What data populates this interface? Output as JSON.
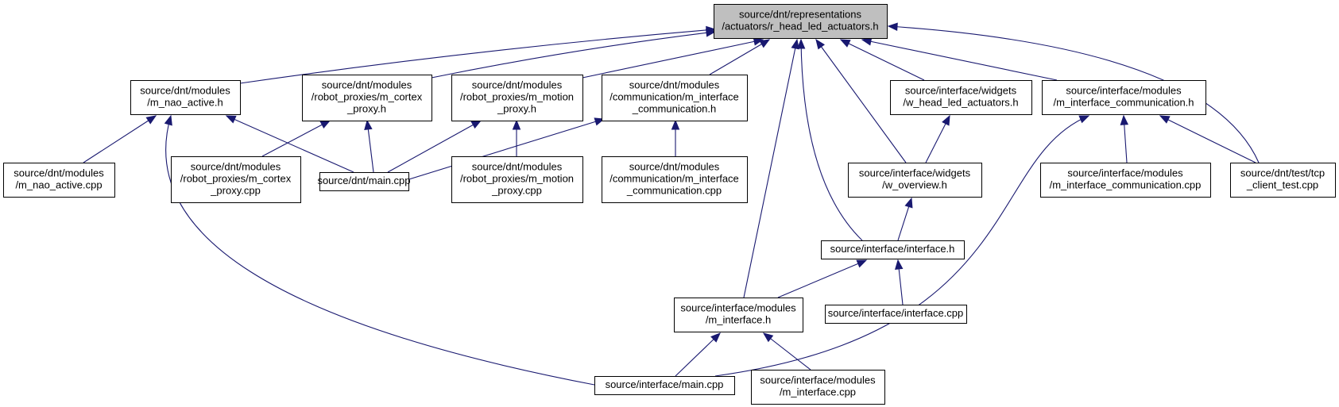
{
  "colors": {
    "edge": "#191970",
    "node_border": "#000000",
    "root_fill": "#bfbfbf",
    "node_fill": "#ffffff"
  },
  "nodes": {
    "root": [
      "source/dnt/representations",
      "/actuators/r_head_led_actuators.h"
    ],
    "nao_h": [
      "source/dnt/modules",
      "/m_nao_active.h"
    ],
    "cortex_h": [
      "source/dnt/modules",
      "/robot_proxies/m_cortex",
      "_proxy.h"
    ],
    "motion_h": [
      "source/dnt/modules",
      "/robot_proxies/m_motion",
      "_proxy.h"
    ],
    "comm_h": [
      "source/dnt/modules",
      "/communication/m_interface",
      "_communication.h"
    ],
    "wled_h": [
      "source/interface/widgets",
      "/w_head_led_actuators.h"
    ],
    "icomm_h": [
      "source/interface/modules",
      "/m_interface_communication.h"
    ],
    "nao_cpp": [
      "source/dnt/modules",
      "/m_nao_active.cpp"
    ],
    "cortex_cpp": [
      "source/dnt/modules",
      "/robot_proxies/m_cortex",
      "_proxy.cpp"
    ],
    "dnt_main": [
      "source/dnt/main.cpp"
    ],
    "motion_cpp": [
      "source/dnt/modules",
      "/robot_proxies/m_motion",
      "_proxy.cpp"
    ],
    "comm_cpp": [
      "source/dnt/modules",
      "/communication/m_interface",
      "_communication.cpp"
    ],
    "woverview_h": [
      "source/interface/widgets",
      "/w_overview.h"
    ],
    "icomm_cpp": [
      "source/interface/modules",
      "/m_interface_communication.cpp"
    ],
    "tcp_cpp": [
      "source/dnt/test/tcp",
      "_client_test.cpp"
    ],
    "interface_h": [
      "source/interface/interface.h"
    ],
    "minterface_h": [
      "source/interface/modules",
      "/m_interface.h"
    ],
    "interface_cpp": [
      "source/interface/interface.cpp"
    ],
    "imain": [
      "source/interface/main.cpp"
    ],
    "minterface_cpp": [
      "source/interface/modules",
      "/m_interface.cpp"
    ]
  },
  "edges": [
    [
      "nao_h",
      "root"
    ],
    [
      "cortex_h",
      "root"
    ],
    [
      "motion_h",
      "root"
    ],
    [
      "comm_h",
      "root"
    ],
    [
      "minterface_h",
      "root"
    ],
    [
      "interface_h",
      "root"
    ],
    [
      "woverview_h",
      "root"
    ],
    [
      "wled_h",
      "root"
    ],
    [
      "icomm_h",
      "root"
    ],
    [
      "tcp_cpp",
      "root"
    ],
    [
      "nao_cpp",
      "nao_h"
    ],
    [
      "dnt_main",
      "nao_h"
    ],
    [
      "imain",
      "nao_h"
    ],
    [
      "cortex_cpp",
      "cortex_h"
    ],
    [
      "dnt_main",
      "cortex_h"
    ],
    [
      "dnt_main",
      "motion_h"
    ],
    [
      "motion_cpp",
      "motion_h"
    ],
    [
      "dnt_main",
      "comm_h"
    ],
    [
      "comm_cpp",
      "comm_h"
    ],
    [
      "woverview_h",
      "wled_h"
    ],
    [
      "interface_h",
      "woverview_h"
    ],
    [
      "minterface_h",
      "interface_h"
    ],
    [
      "interface_cpp",
      "interface_h"
    ],
    [
      "imain",
      "minterface_h"
    ],
    [
      "minterface_cpp",
      "minterface_h"
    ],
    [
      "imain",
      "icomm_h"
    ],
    [
      "icomm_cpp",
      "icomm_h"
    ],
    [
      "tcp_cpp",
      "icomm_h"
    ]
  ]
}
